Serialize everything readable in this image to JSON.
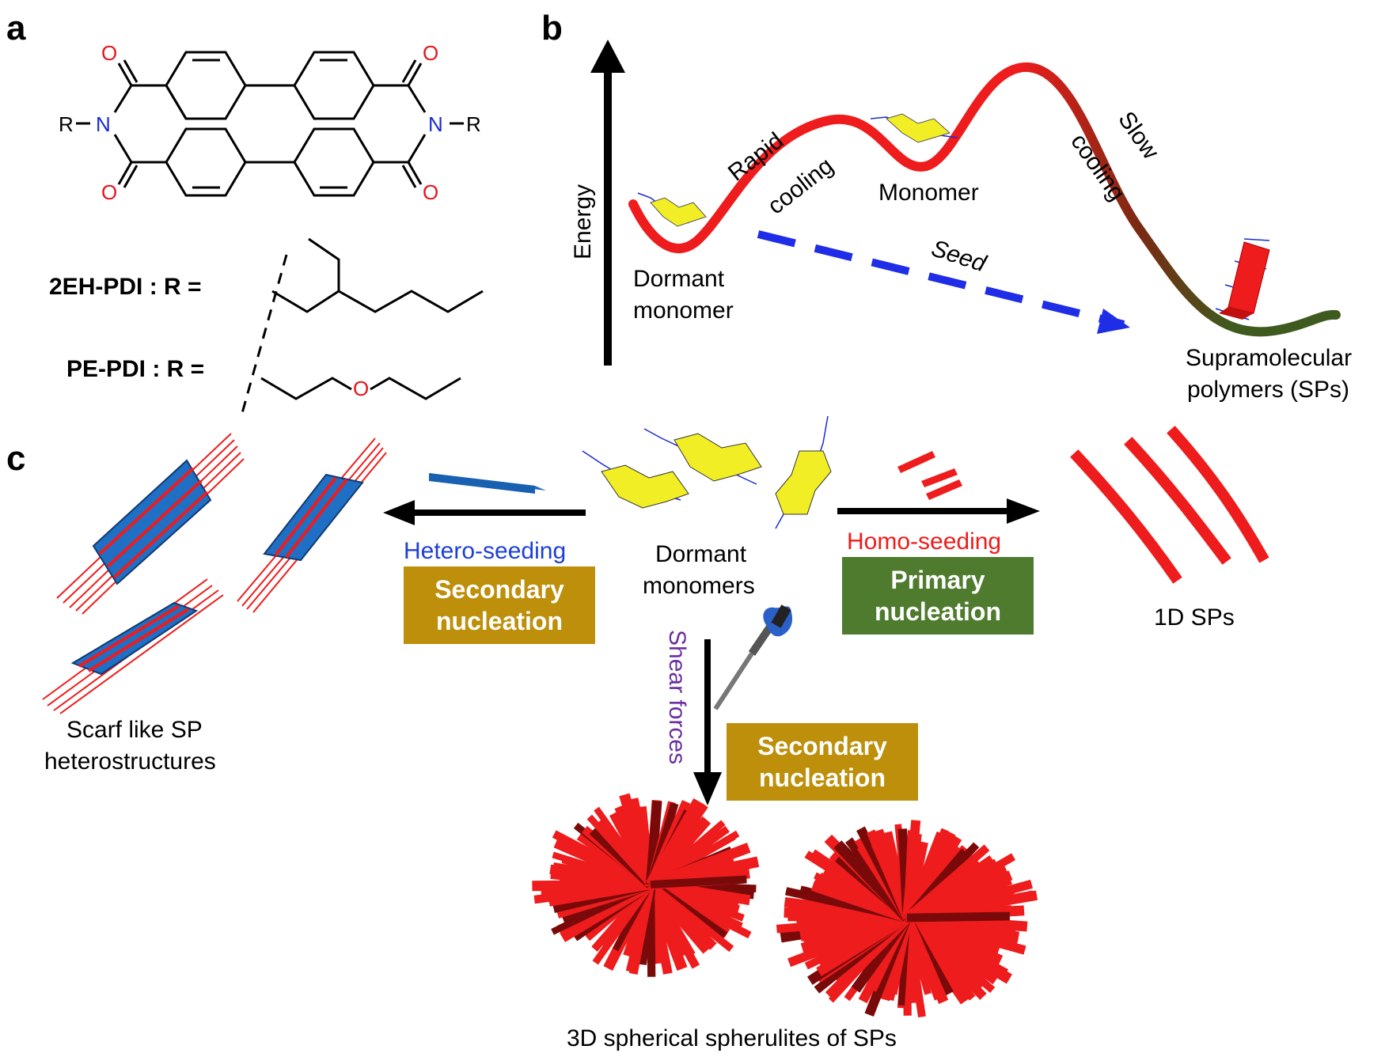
{
  "panel_a": {
    "label": "a",
    "atoms": {
      "oxygen": "O",
      "nitrogen": "N",
      "r": "R"
    },
    "variant1": "2EH-PDI :  R =",
    "variant2": "PE-PDI :  R =",
    "ether_oxygen": "O"
  },
  "panel_b": {
    "label": "b",
    "energy_axis": "Energy",
    "rapid": "Rapid",
    "rapid_cooling": "cooling",
    "monomer": "Monomer",
    "slow": "Slow",
    "slow_cooling": "cooling",
    "seed": "Seed",
    "dormant_line1": "Dormant",
    "dormant_line2": "monomer",
    "sp_line1": "Supramolecular",
    "sp_line2": "polymers (SPs)"
  },
  "panel_c": {
    "label": "c",
    "hetero_seeding": "Hetero-seeding",
    "secondary_left_1": "Secondary",
    "secondary_left_2": "nucleation",
    "dormant_line1": "Dormant",
    "dormant_line2": "monomers",
    "homo_seeding": "Homo-seeding",
    "primary_1": "Primary",
    "primary_2": "nucleation",
    "one_d": "1D SPs",
    "scarf_line1": "Scarf like SP",
    "scarf_line2": "heterostructures",
    "shear": "Shear forces",
    "secondary_bottom_1": "Secondary",
    "secondary_bottom_2": "nucleation",
    "spherulites": "3D spherical spherulites of SPs"
  },
  "colors": {
    "oxygen": "#e8141b",
    "nitrogen": "#1a2ad6",
    "sp_red": "#ee1c1c",
    "seed_blue": "#1f2ee6",
    "hetero_blue": "#1c3fd8",
    "crystal_blue": "#1f6fc4",
    "box_gold": "#bd8f0a",
    "box_green": "#4f7b2e",
    "shear_purple": "#6a2fa0",
    "curve_dark_green": "#3a5a20",
    "monomer_yellow": "#f2ee25"
  }
}
